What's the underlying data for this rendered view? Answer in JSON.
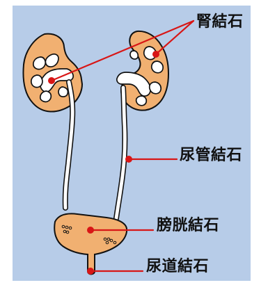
{
  "labels": {
    "kidney_stone": "腎結石",
    "ureter_stone": "尿管結石",
    "bladder_stone": "膀胱結石",
    "urethra_stone": "尿道結石"
  },
  "colors": {
    "background": "#B7CCE8",
    "organ_fill": "#F1B071",
    "organ_outline": "#111111",
    "inner_cavity": "#FFFFFF",
    "marker_red": "#D81616",
    "leader_line": "#D81616"
  },
  "icons": {
    "kidney_left": "kidney-icon",
    "kidney_right": "kidney-icon",
    "bladder": "bladder-icon",
    "stone_marker": "stone-marker-icon"
  }
}
